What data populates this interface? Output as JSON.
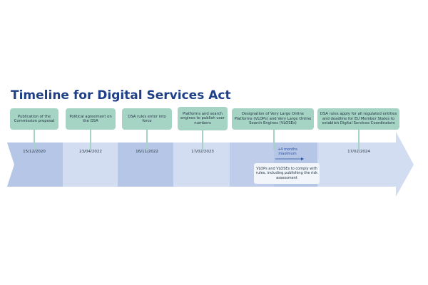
{
  "title": "Timeline for Digital Services Act",
  "milestones": [
    {
      "label": "Publication of the Commission proposal",
      "date": "15/12/2020"
    },
    {
      "label": "Political agreement on the DSA",
      "date": "23/04/2022"
    },
    {
      "label": "DSA rules enter into force",
      "date": "16/11/2022"
    },
    {
      "label": "Platforms and search engines to publish user numbers",
      "date": "17/02/2023"
    },
    {
      "label": "Designation of Very Large Online Platforms (VLOPs) and Very Large Online Search Engines (VLOSEs)",
      "date": ""
    },
    {
      "label": "DSA rules apply for all regulated entities and deadline for EU Member States to establish Digital Services Coordinators",
      "date": "17/02/2024"
    }
  ],
  "extension": "+4 months maximum",
  "vlop_note": "VLOPs and VLOSEs to comply with rules, including publishing the risk assessment",
  "colors": {
    "dark": "#b5c6e6",
    "light": "#d2ddf1",
    "callout": "#a6d4c4",
    "title": "#1f3f86"
  }
}
